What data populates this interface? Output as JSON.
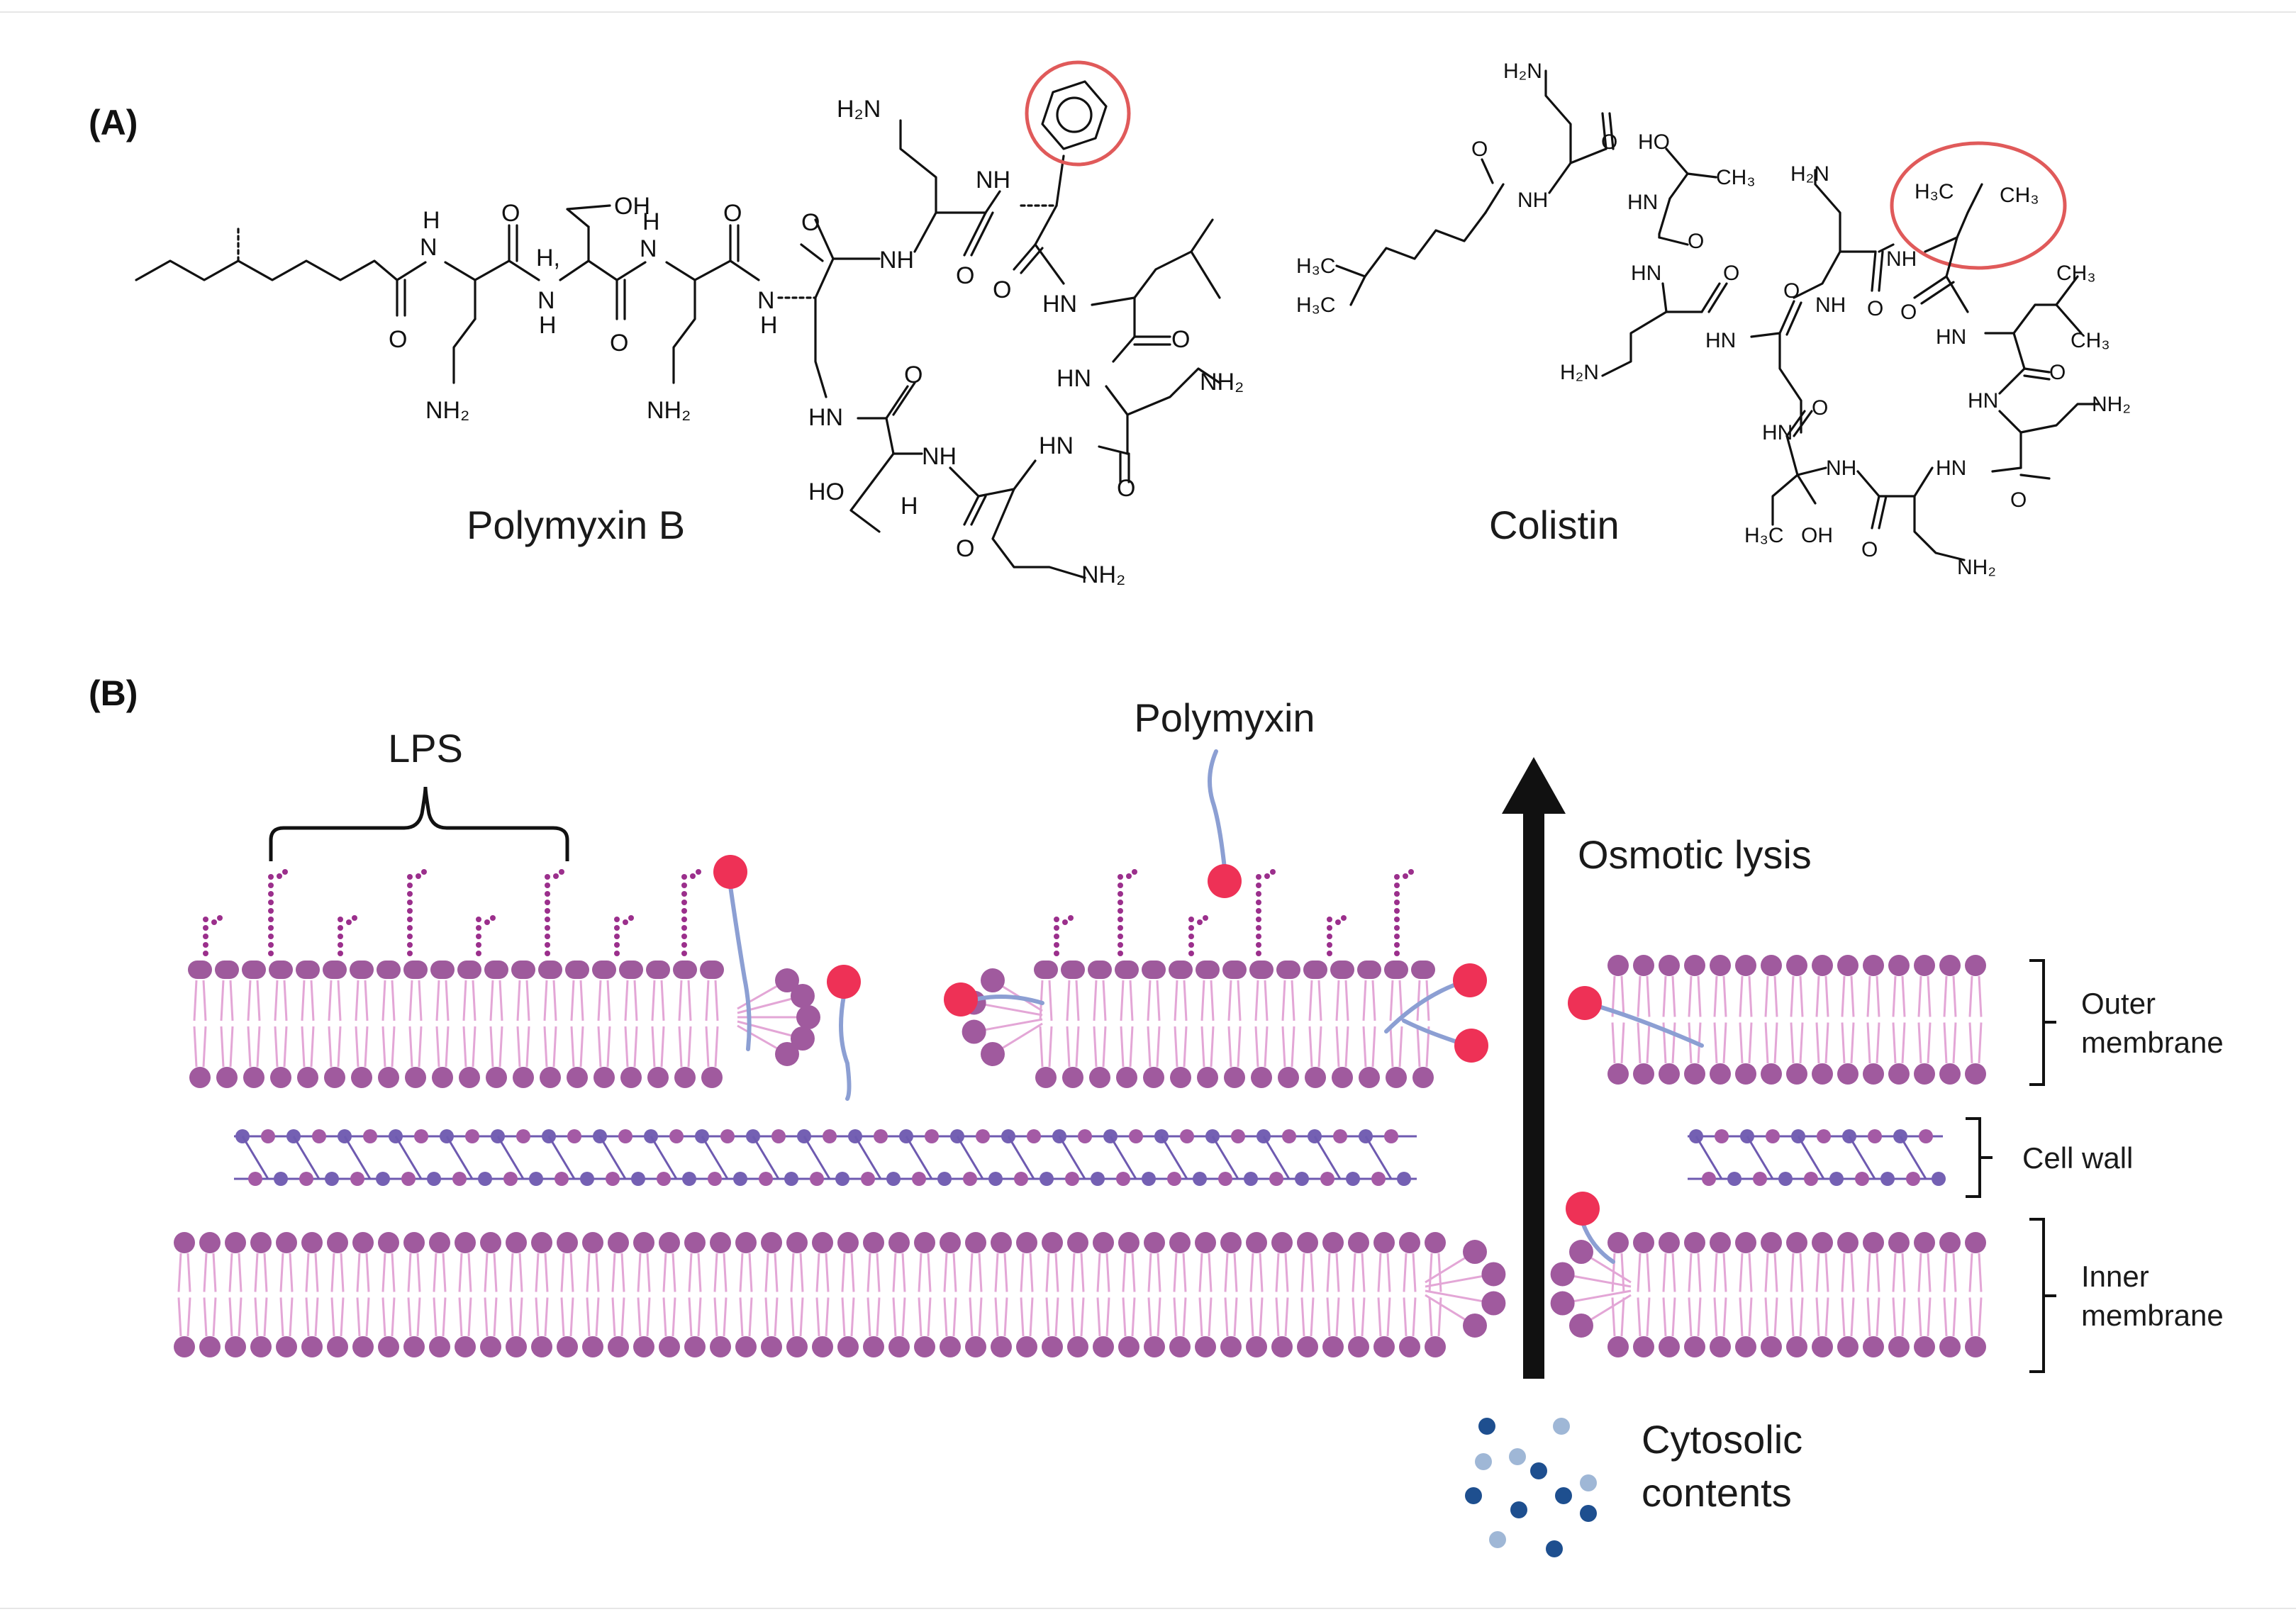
{
  "panels": {
    "a": "(A)",
    "b": "(B)"
  },
  "molecules": {
    "polymyxin_b": {
      "name": "Polymyxin B",
      "atoms": {
        "oh": "OH",
        "h3": "H",
        "h": "H",
        "nh": "NH",
        "hn": "HN",
        "ho": "HO",
        "h2n": "H₂N",
        "nh2": "NH₂",
        "o": "O",
        "n": "N"
      }
    },
    "colistin": {
      "name": "Colistin",
      "atoms": {
        "h3c": "H₃C",
        "ch3": "CH₃",
        "ho": "HO",
        "oh": "OH",
        "nh": "NH",
        "hn": "HN",
        "h2n": "H₂N",
        "nh2": "NH₂",
        "o": "O"
      }
    }
  },
  "diagram": {
    "lps_label": "LPS",
    "polymyxin_label": "Polymyxin",
    "osmotic_label": "Osmotic lysis",
    "outer_label_1": "Outer",
    "outer_label_2": "membrane",
    "cellwall_label": "Cell wall",
    "inner_label_1": "Inner",
    "inner_label_2": "membrane",
    "cyto_label_1": "Cytosolic",
    "cyto_label_2": "contents"
  },
  "colors": {
    "lipid_head": "#a05a9e",
    "lipid_tail": "#e3a6d6",
    "lps_core": "#9e5a9c",
    "lps_chain": "#9b2f8c",
    "polymyxin_head": "#ee3156",
    "polymyxin_tail": "#8c9fd3",
    "cellwall_node": "#7460b3",
    "cellwall_node2": "#a45aa5",
    "cellwall_line": "#6e5ab0",
    "arrow": "#111111",
    "highlight_circle": "#e05a5a",
    "cyto_dark": "#1e4f8f",
    "cyto_light": "#9fb7d6"
  }
}
